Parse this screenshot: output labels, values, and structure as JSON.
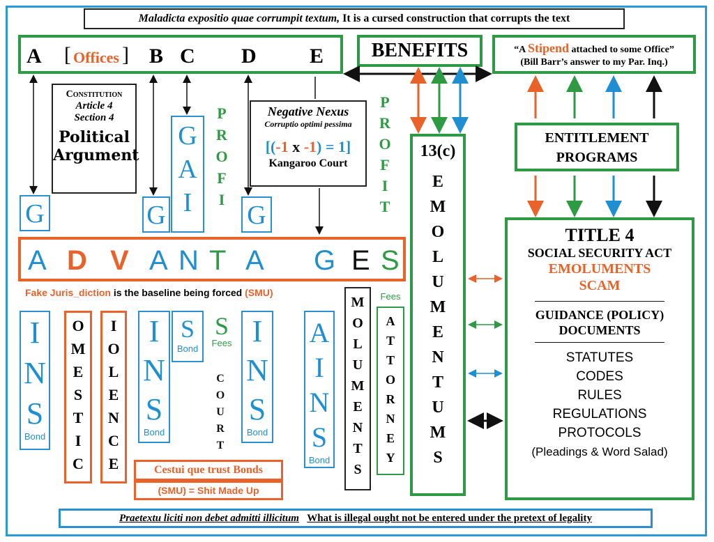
{
  "header": {
    "latin": "Maladicta expositio quae corrumpit textum,",
    "english": " It is a cursed construction that corrupts the text"
  },
  "top_letters": {
    "a": "A",
    "bracket_open": "[",
    "offices": "Offices",
    "bracket_close": "]",
    "b": "B",
    "c": "C",
    "d": "D",
    "e": "E"
  },
  "benefits": "BENEFITS",
  "stipend": {
    "open": "“A ",
    "word": "Stipend",
    "rest": " attached to some Office”",
    "attribution": "(Bill Barr’s answer to my Par. Inq.)"
  },
  "constitution": {
    "line1": "Constitution",
    "line2": "Article 4",
    "line3": "Section 4",
    "line4": "Political",
    "line5": "Argument"
  },
  "nexus": {
    "title": "Negative Nexus",
    "latin": "Corruptio optimi pessima",
    "formula": [
      "[(",
      "-1",
      " x ",
      "-1",
      ") = 1]"
    ],
    "court": "Kangaroo Court"
  },
  "profi_left": [
    "P",
    "R",
    "O",
    "F",
    "I"
  ],
  "profit_right": [
    "P",
    "R",
    "O",
    "F",
    "I",
    "T"
  ],
  "gai": [
    "G",
    "A",
    "I"
  ],
  "g_letters": [
    "G",
    "G",
    "G"
  ],
  "thirteen_c": "13(c)",
  "emolumentums": [
    "E",
    "M",
    "O",
    "L",
    "U",
    "M",
    "E",
    "N",
    "T",
    "U",
    "M",
    "S"
  ],
  "entitlement": {
    "line1": "ENTITLEMENT",
    "line2": "PROGRAMS"
  },
  "title4": {
    "title": "TITLE 4",
    "ssa": "SOCIAL SECURITY ACT",
    "emol": "EMOLUMENTS",
    "scam": "SCAM",
    "guidance1": "GUIDANCE (POLICY)",
    "guidance2": "DOCUMENTS",
    "items": [
      "STATUTES",
      "CODES",
      "RULES",
      "REGULATIONS",
      "PROTOCOLS",
      "(Pleadings & Word Salad)"
    ]
  },
  "advantages": [
    "A",
    "D",
    "V",
    "A",
    "N",
    "T",
    "A",
    "G",
    "E",
    "S"
  ],
  "fake": {
    "red": "Fake Juris_diction",
    "black": " is the baseline being forced ",
    "smu": "(SMU)"
  },
  "ins1": [
    "I",
    "N",
    "S"
  ],
  "bond": "Bond",
  "omestic": [
    "O",
    "M",
    "E",
    "S",
    "T",
    "I",
    "C"
  ],
  "iolence": [
    "I",
    "O",
    "L",
    "E",
    "N",
    "C",
    "E"
  ],
  "ins2": [
    "I",
    "N",
    "S"
  ],
  "s_bond": "S",
  "s_fees": "S",
  "fees": "Fees",
  "court": [
    "C",
    "O",
    "U",
    "R",
    "T"
  ],
  "ins3": [
    "I",
    "N",
    "S"
  ],
  "ains": [
    "A",
    "I",
    "N",
    "S"
  ],
  "moluments": [
    "M",
    "O",
    "L",
    "U",
    "M",
    "E",
    "N",
    "T",
    "S"
  ],
  "attorney": [
    "A",
    "T",
    "T",
    "O",
    "R",
    "N",
    "E",
    "Y"
  ],
  "cestui": "Cestui que trust Bonds",
  "smu_def": "(SMU) = Shit Made Up",
  "footer": {
    "latin": "Praetextu liciti non debet admitti illicitum",
    "english": "What is illegal ought not be entered under the pretext of legality"
  },
  "colors": {
    "blue": "#1f8fd1",
    "red": "#e8622a",
    "green": "#2e9a44",
    "frame": "#2a9ad6"
  }
}
